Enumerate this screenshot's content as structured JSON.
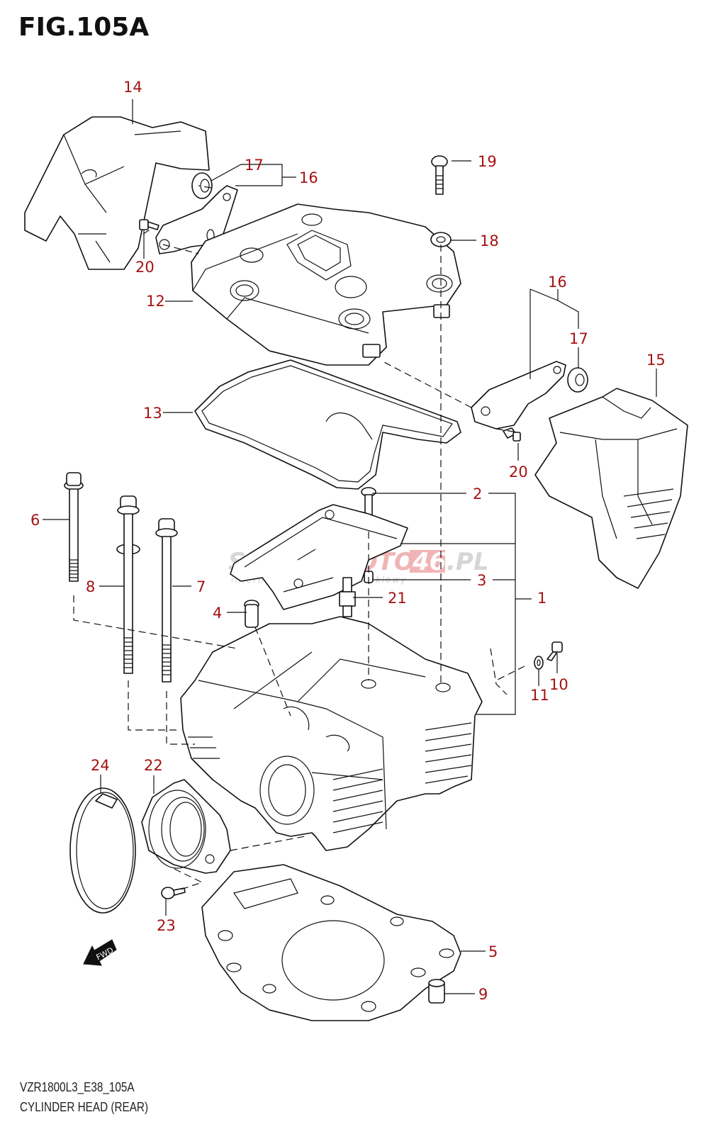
{
  "figure": {
    "title": "FIG.105A",
    "model_code": "VZR1800L3_E38_105A",
    "name": "CYLINDER HEAD (REAR)",
    "accent_color": "#a51212"
  },
  "watermark": {
    "brand_left": "SKLEP",
    "brand_mid": "MOTO",
    "brand_num": "46",
    "brand_suffix": ".PL",
    "tagline": "internetowy sklep motocyklowy"
  },
  "direction_indicator": {
    "label": "FWD",
    "icon": "arrow-left-down-icon"
  },
  "callouts": [
    {
      "number": "1",
      "part": "cylinder-head-assembly"
    },
    {
      "number": "2",
      "part": "bolt"
    },
    {
      "number": "3",
      "part": "dowel-pin"
    },
    {
      "number": "4",
      "part": "valve-guide-plug"
    },
    {
      "number": "5",
      "part": "cylinder-head-gasket"
    },
    {
      "number": "6",
      "part": "long-head-bolt"
    },
    {
      "number": "7",
      "part": "head-bolt"
    },
    {
      "number": "8",
      "part": "head-bolt-with-washer"
    },
    {
      "number": "9",
      "part": "dowel"
    },
    {
      "number": "10",
      "part": "bolt"
    },
    {
      "number": "11",
      "part": "washer"
    },
    {
      "number": "12",
      "part": "cylinder-head-cover"
    },
    {
      "number": "13",
      "part": "cover-gasket"
    },
    {
      "number": "14",
      "part": "cover-left"
    },
    {
      "number": "15",
      "part": "cover-right"
    },
    {
      "number": "16",
      "part": "bracket"
    },
    {
      "number": "17",
      "part": "cushion"
    },
    {
      "number": "18",
      "part": "seal-washer"
    },
    {
      "number": "19",
      "part": "cover-bolt"
    },
    {
      "number": "20",
      "part": "screw"
    },
    {
      "number": "21",
      "part": "spark-plug"
    },
    {
      "number": "22",
      "part": "intake-pipe"
    },
    {
      "number": "23",
      "part": "screw"
    },
    {
      "number": "24",
      "part": "clamp"
    }
  ]
}
